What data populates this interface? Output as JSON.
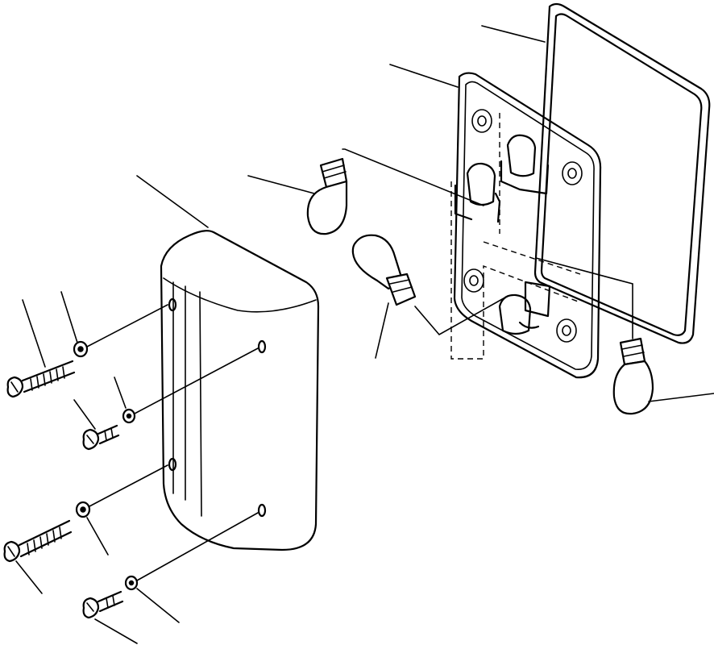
{
  "diagram": {
    "type": "exploded-parts-drawing",
    "subject": "lamp assembly",
    "parts": [
      {
        "name": "lens-cover"
      },
      {
        "name": "lamp-housing-base"
      },
      {
        "name": "gasket"
      },
      {
        "name": "bulb",
        "count": 3
      },
      {
        "name": "long-screw",
        "count": 2
      },
      {
        "name": "short-screw",
        "count": 2
      },
      {
        "name": "washer",
        "count": 4
      }
    ],
    "callout_leader_count": 13,
    "item_number_text": []
  }
}
